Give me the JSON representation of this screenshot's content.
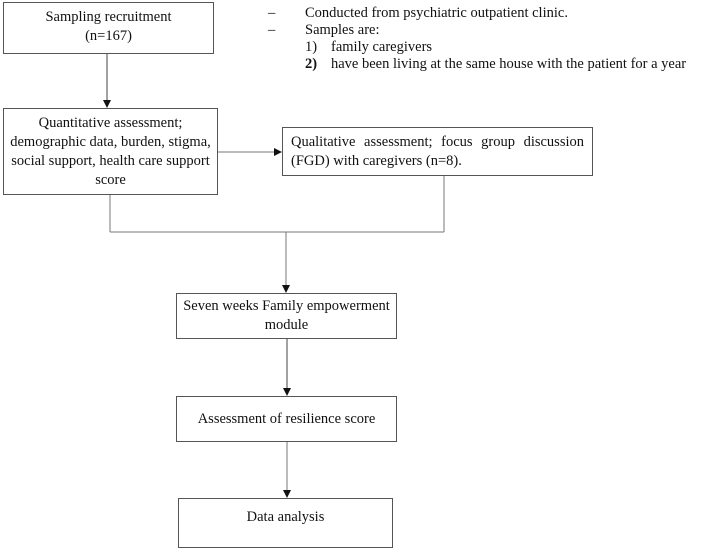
{
  "boxes": {
    "sampling": "Sampling recruitment\n(n=167)",
    "quantitative": "Quantitative assessment; demographic data, burden, stigma, social support, health care support score",
    "qualitative": "Qualitative assessment; focus group discussion (FGD) with caregivers (n=8).",
    "module": "Seven weeks Family empowerment module",
    "resilience": "Assessment of resilience score",
    "analysis": "Data analysis"
  },
  "notes": {
    "bullet_1": "Conducted from psychiatric outpatient clinic.",
    "bullet_2": "Samples are:",
    "sub_1_number": "1)",
    "sub_1_text": "family caregivers",
    "sub_2_number": "2)",
    "sub_2_text": "have been living at the same house with the patient for a year"
  }
}
